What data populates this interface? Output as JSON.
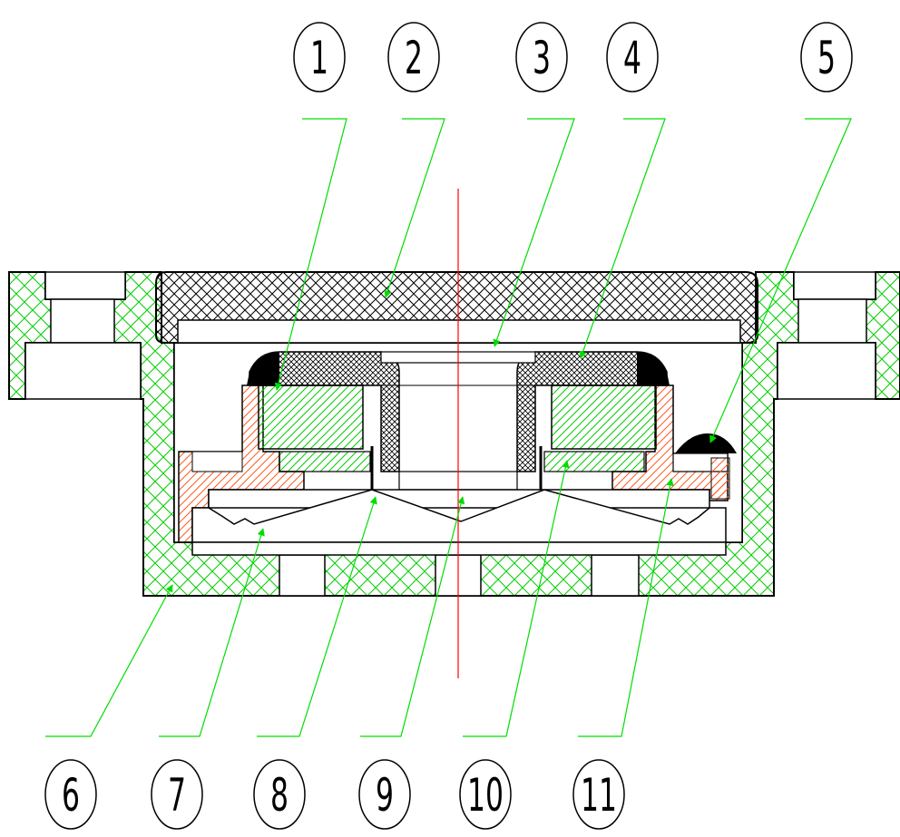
{
  "diagram": {
    "callouts_top": [
      {
        "id": "1",
        "label": "1"
      },
      {
        "id": "2",
        "label": "2"
      },
      {
        "id": "3",
        "label": "3"
      },
      {
        "id": "4",
        "label": "4"
      },
      {
        "id": "5",
        "label": "5"
      }
    ],
    "callouts_bottom": [
      {
        "id": "6",
        "label": "6"
      },
      {
        "id": "7",
        "label": "7"
      },
      {
        "id": "8",
        "label": "8"
      },
      {
        "id": "9",
        "label": "9"
      },
      {
        "id": "10",
        "label": "10"
      },
      {
        "id": "11",
        "label": "11"
      }
    ]
  },
  "colors": {
    "leader_line": "#00dd00",
    "arrow": "#00dd00",
    "centerline": "#ff0000",
    "green_hatch": "#00cc00",
    "orange_hatch": "#ff5a1e",
    "outline": "#000000"
  }
}
